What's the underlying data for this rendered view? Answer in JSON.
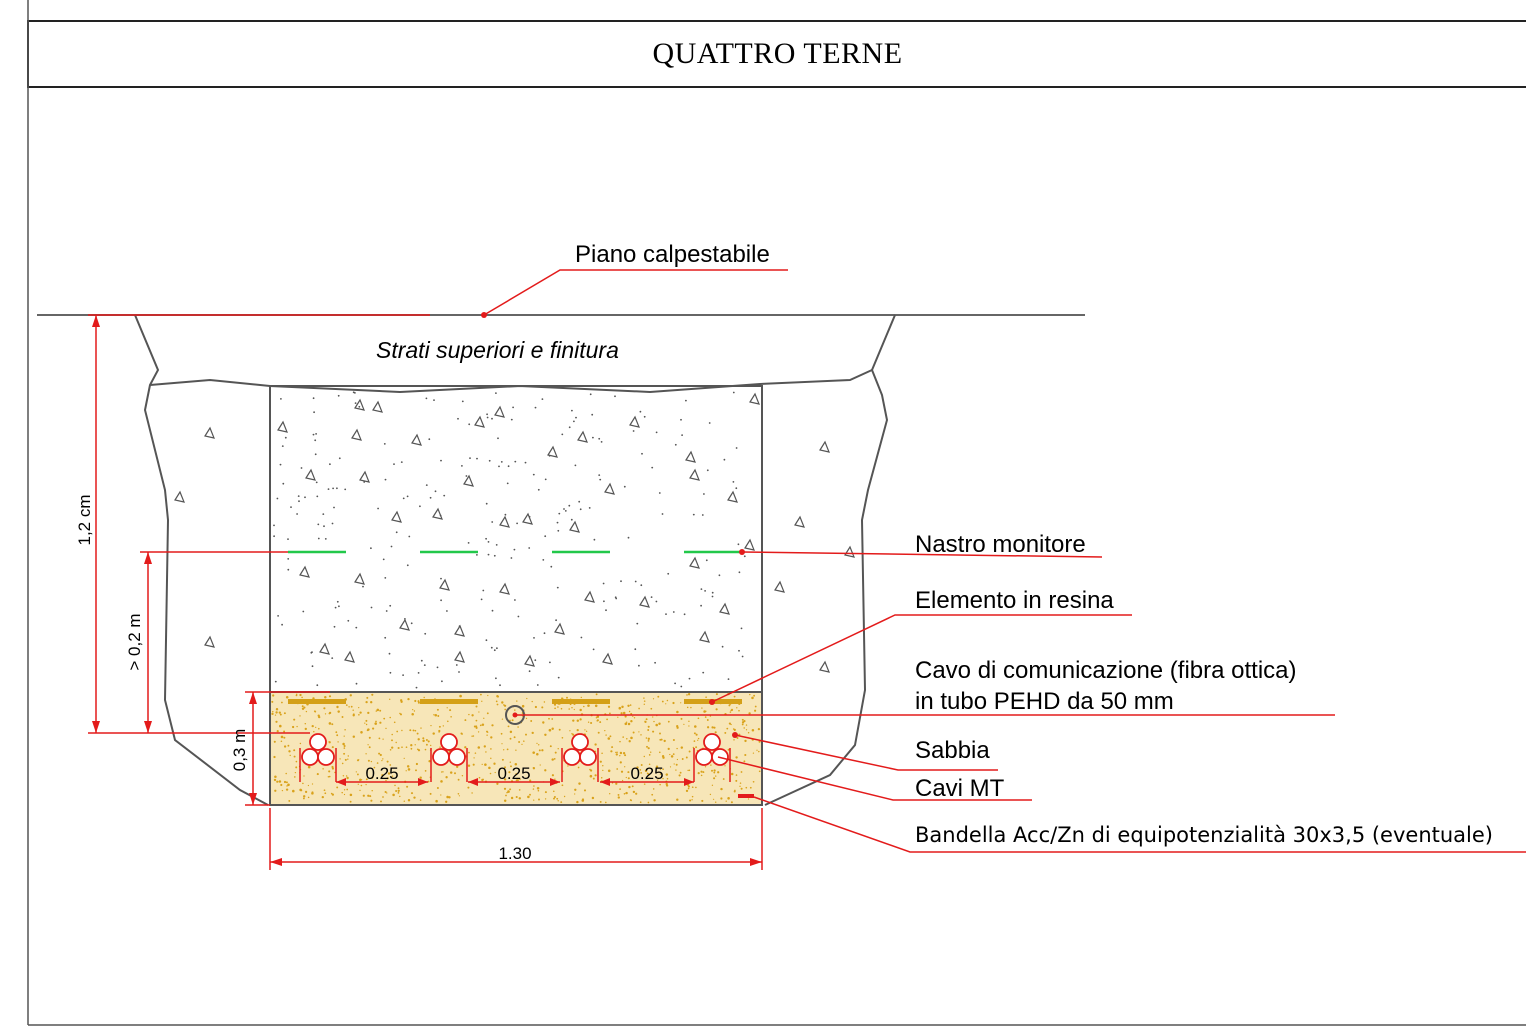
{
  "title": "QUATTRO TERNE",
  "labels": {
    "piano": "Piano calpestabile",
    "strati": "Strati superiori e finitura",
    "nastro": "Nastro monitore",
    "resina": "Elemento in resina",
    "cavo_line1": "Cavo di comunicazione (fibra ottica)",
    "cavo_line2": "in tubo PEHD da 50 mm",
    "sabbia": "Sabbia",
    "cavi_mt": "Cavi MT",
    "bandella": "Bandella Acc/Zn di equipotenzialità 30x3,5 (eventuale)"
  },
  "dimensions": {
    "depth_total": "1,2 cm",
    "depth_tape": "> 0,2 m",
    "depth_sand": "0,3 m",
    "spacing_1": "0.25",
    "spacing_2": "0.25",
    "spacing_3": "0.25",
    "width": "1.30"
  },
  "colors": {
    "leader": "#e31b1b",
    "tape": "#22c84a",
    "resin": "#d4a017",
    "sand": "#f7e6b8",
    "sand_dots": "#d9a21b",
    "outline": "#555555"
  }
}
